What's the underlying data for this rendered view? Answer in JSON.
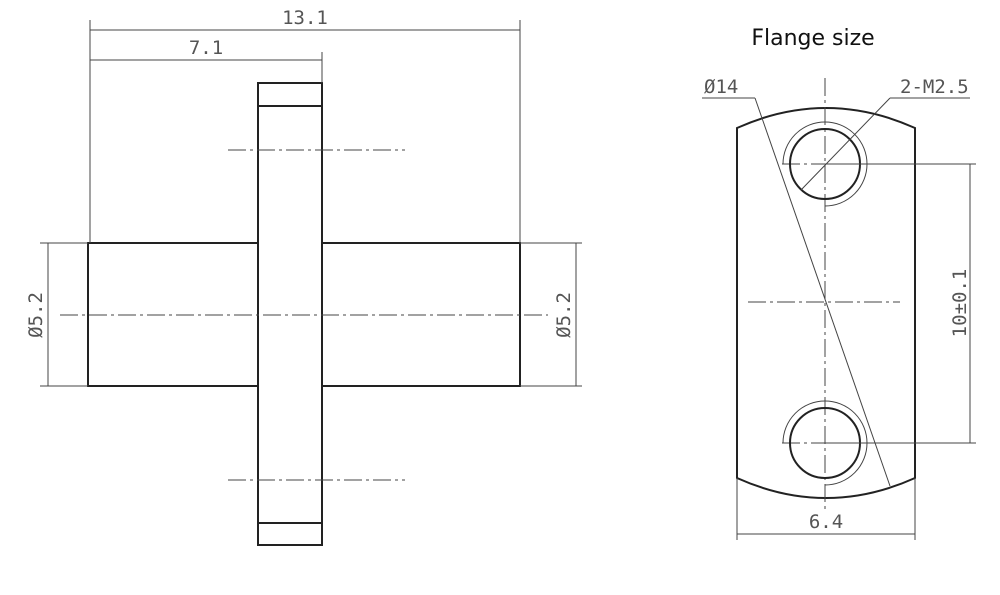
{
  "side_view": {
    "overall_length": "13.1",
    "flange_offset": "7.1",
    "left_diameter": "Ø5.2",
    "right_diameter": "Ø5.2"
  },
  "flange_view": {
    "title": "Flange size",
    "flange_diameter": "Ø14",
    "hole_spec": "2-M2.5",
    "hole_spacing": "10±0.1",
    "width": "6.4"
  },
  "colors": {
    "line": "#222222",
    "text": "#555555"
  }
}
